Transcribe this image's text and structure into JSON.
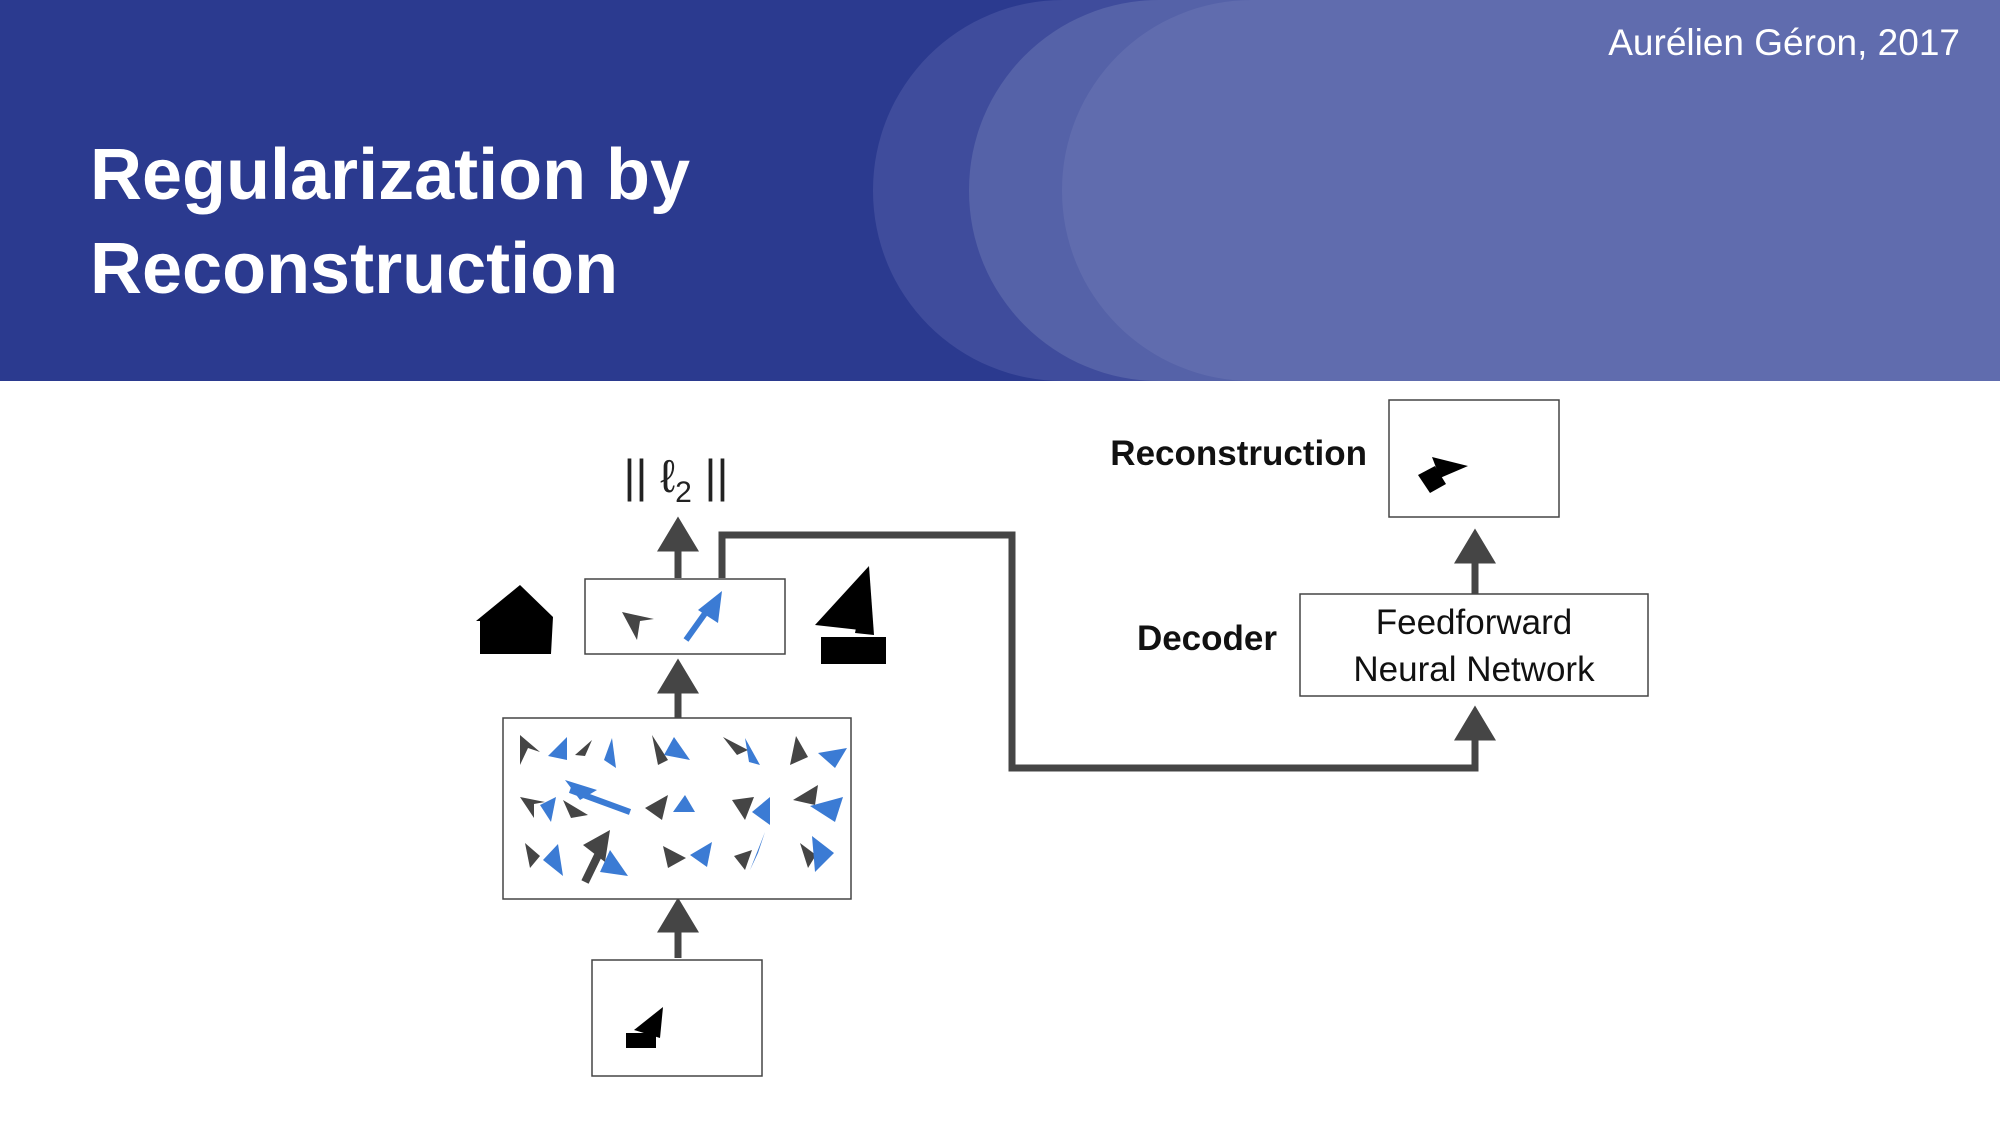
{
  "header": {
    "title_line1": "Regularization by",
    "title_line2": "Reconstruction",
    "author": "Aurélien Géron, 2017"
  },
  "diagram": {
    "norm_label_left": "|| ℓ",
    "norm_label_sub": "2",
    "norm_label_right": " ||",
    "reconstruction_label": "Reconstruction",
    "decoder_label": "Decoder",
    "network_line1": "Feedforward",
    "network_line2": "Neural Network"
  },
  "colors": {
    "header_bg": "#2b3a8f",
    "accent_blue": "#3b7bd4",
    "dark_gray": "#454545"
  }
}
